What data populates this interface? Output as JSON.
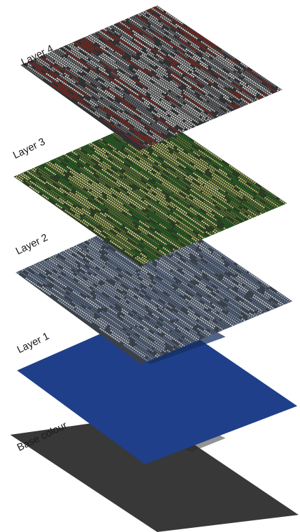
{
  "layers": [
    {
      "id": "layer-4",
      "label": "Layer 4",
      "base_color": "#2f3033",
      "stripe_colors": [
        "#b8b8b4",
        "#8c2418",
        "#6f7072",
        "#d6d6d2"
      ]
    },
    {
      "id": "layer-3",
      "label": "Layer 3",
      "base_color": "#2b3a24",
      "stripe_colors": [
        "#b7b86a",
        "#1f6a24",
        "#5e7a3a",
        "#cfd08a"
      ]
    },
    {
      "id": "layer-2",
      "label": "Layer 2",
      "base_color": "#3a4048",
      "stripe_colors": [
        "#7c8fae",
        "#9aa6b6",
        "#5a6c8c",
        "#b9c2ce"
      ]
    },
    {
      "id": "layer-1",
      "label": "Layer 1",
      "base_color": "#1f3f8a",
      "stripe_colors": []
    },
    {
      "id": "base-colour",
      "label": "Base colour",
      "base_color": "#383838",
      "stripe_colors": []
    }
  ]
}
